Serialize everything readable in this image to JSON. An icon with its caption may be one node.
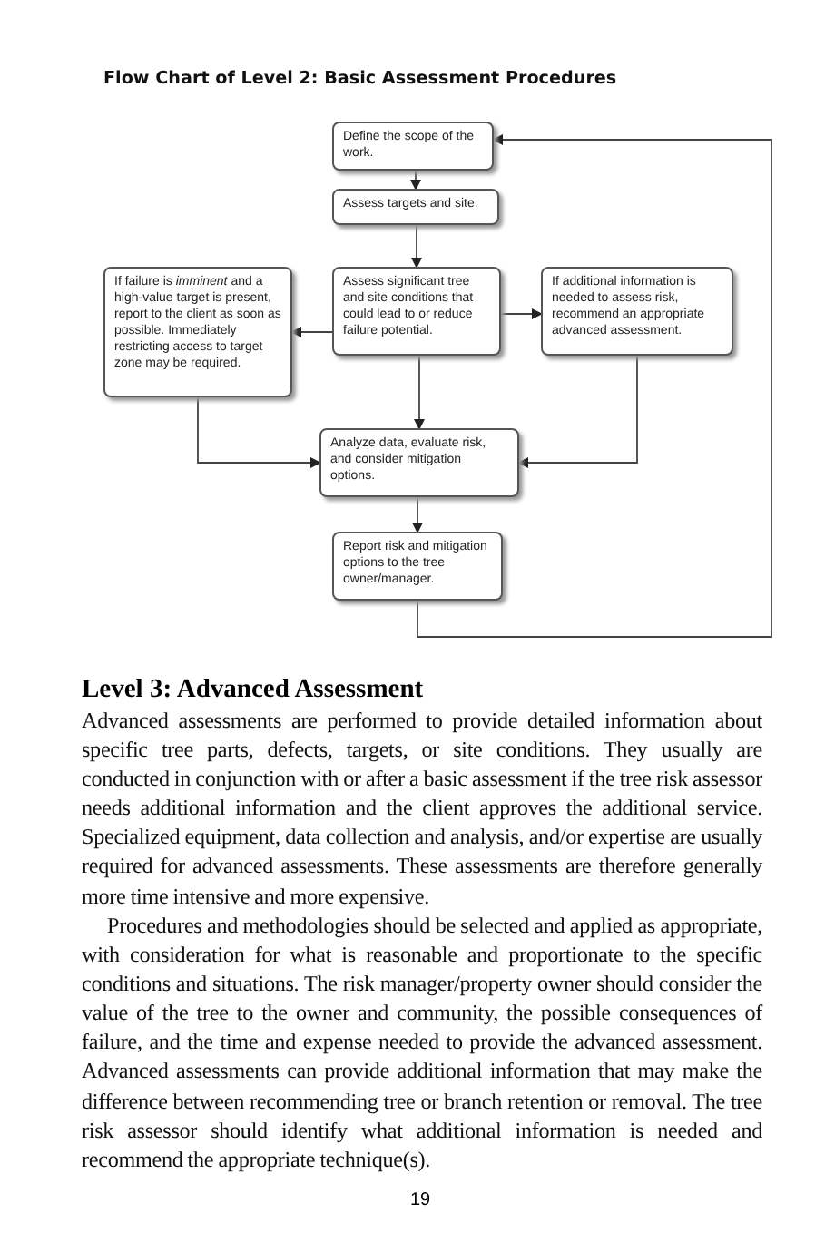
{
  "diagram": {
    "title": "Flow Chart of Level 2: Basic Assessment Procedures",
    "nodes": [
      {
        "text": [
          "Define the scope of the work."
        ]
      },
      {
        "text": [
          "Assess targets and site."
        ]
      },
      {
        "text": [
          "If failure is *imminent* and a high-value target is present, report to the client as soon as possible. Immediately restricting access to target zone may be required."
        ]
      },
      {
        "text": [
          "Assess significant tree and site conditions that could lead to or reduce failure potential."
        ]
      },
      {
        "text": [
          "If additional information is needed to assess risk, recommend an appropriate advanced assessment."
        ]
      },
      {
        "text": [
          "Analyze data, evaluate risk, and consider mitigation options."
        ]
      },
      {
        "text": [
          "Report risk and mitigation options to the tree owner/manager."
        ]
      }
    ],
    "edges": [
      {
        "from": 0,
        "to": 1,
        "arrow": "to"
      },
      {
        "from": 1,
        "to": 3,
        "arrow": "to"
      },
      {
        "from": 3,
        "to": 2,
        "arrow": "to"
      },
      {
        "from": 3,
        "to": 4,
        "arrow": "to"
      },
      {
        "from": 3,
        "to": 5,
        "arrow": "to"
      },
      {
        "from": 2,
        "to": 5,
        "arrow": "to"
      },
      {
        "from": 4,
        "to": 5,
        "arrow": "to"
      },
      {
        "from": 5,
        "to": 6,
        "arrow": "to"
      },
      {
        "from": 6,
        "to": 0,
        "arrow": "to"
      }
    ],
    "labels": [
      "Level 3: Advanced Assessment",
      "Advanced assessments are performed to provide detailed information about specific tree parts, defects, targets, or site conditions. They usually are conducted in conjunction with or after a basic assessment if the tree risk assessor needs additional information and the client approves the additional service. Specialized equipment, data collection and analysis, and/or expertise are usually required for advanced assessments. These assessments are therefore generally more time intensive and more expensive.",
      "Procedures and methodologies should be selected and applied as appropriate, with consideration for what is reasonable and proportionate to the specific conditions and situations. The risk manager/property owner should consider the value of the tree to the owner and community, the possible consequences of failure, and the time and expense needed to provide the advanced assessment. Advanced assessments can provide additional information that may make the difference between recommending tree or branch retention or removal. The tree risk assessor should identify what additional information is needed and recommend the appropriate technique(s).",
      "19"
    ]
  }
}
